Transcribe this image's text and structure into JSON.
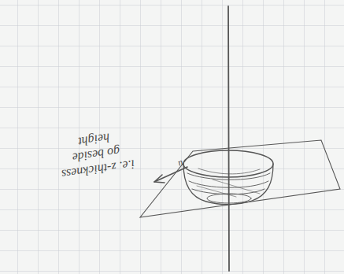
{
  "diagram": {
    "labels": [
      "n",
      "i.e. z-thickness",
      "go beside",
      "height"
    ]
  }
}
